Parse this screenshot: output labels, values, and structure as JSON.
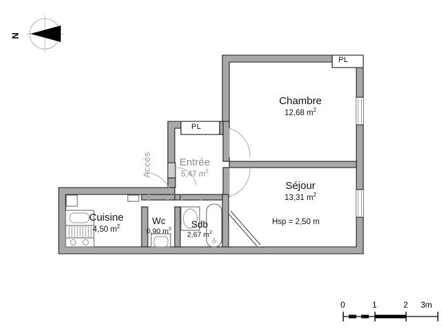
{
  "compass": {
    "north_label": "N",
    "icon": "compass-rose-icon"
  },
  "rooms": [
    {
      "key": "chambre",
      "name": "Chambre",
      "area": "12,68 m²"
    },
    {
      "key": "sejour",
      "name": "Séjour",
      "area": "13,31 m²"
    },
    {
      "key": "entree",
      "name": "Entrée",
      "area": "5,47 m²"
    },
    {
      "key": "cuisine",
      "name": "Cuisine",
      "area": "4,50 m²"
    },
    {
      "key": "wc",
      "name": "Wc",
      "area": "0,90 m²"
    },
    {
      "key": "sdb",
      "name": "Sdb",
      "area": "2,67 m²"
    }
  ],
  "closets": [
    {
      "key": "pl_top_right",
      "label": "PL"
    },
    {
      "key": "pl_entree",
      "label": "PL"
    }
  ],
  "annotations": {
    "ceiling_height": "Hsp = 2,50 m",
    "access": "Accès",
    "access_arrow": "arrow-right-icon"
  },
  "scale_bar": {
    "ticks": [
      "0",
      "1",
      "2",
      "3m"
    ],
    "unit": "m",
    "segments": 3
  },
  "colors": {
    "wall_fill": "#a8a8a8",
    "wall_stroke": "#1a1a1a",
    "fixture_stroke": "#5a5a5a",
    "door_arc": "#9a9a9a",
    "text": "#111111",
    "text_muted": "#8c8c8c",
    "background": "#ffffff"
  }
}
